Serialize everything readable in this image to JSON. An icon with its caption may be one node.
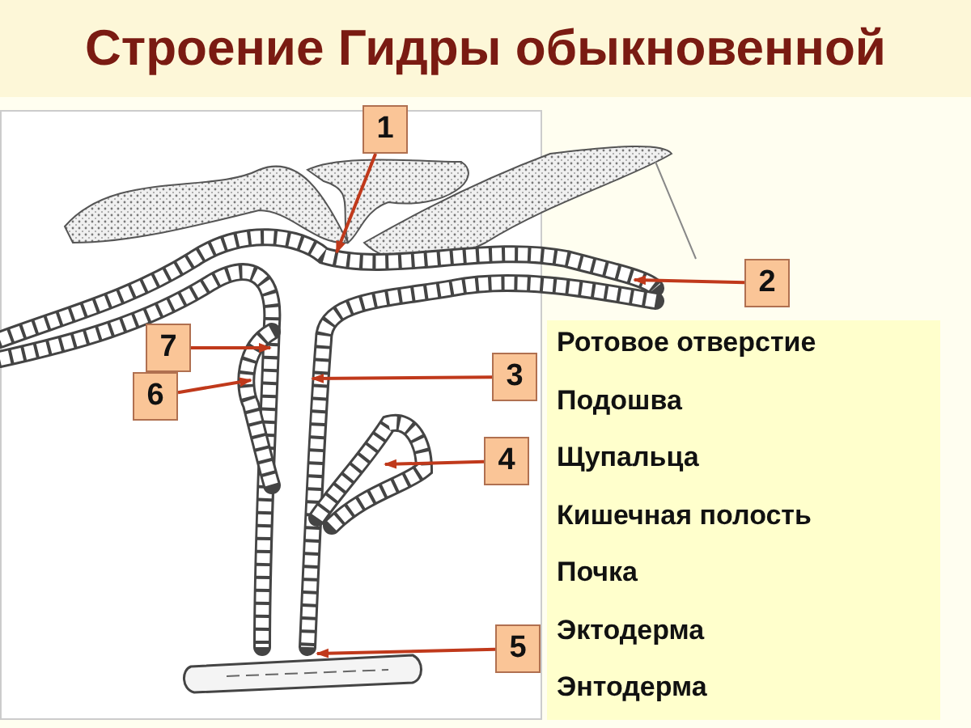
{
  "diagram": {
    "title": "Строение Гидры обыкновенной",
    "nodes": [
      {
        "text": [
          "1"
        ]
      },
      {
        "text": [
          "2"
        ]
      },
      {
        "text": [
          "7"
        ]
      },
      {
        "text": [
          "3"
        ]
      },
      {
        "text": [
          "6"
        ]
      },
      {
        "text": [
          "4"
        ]
      },
      {
        "text": [
          "5"
        ]
      }
    ],
    "edges": [
      {
        "from": 0,
        "to": null,
        "arrow": "to"
      },
      {
        "from": 1,
        "to": null,
        "arrow": "to"
      },
      {
        "from": 2,
        "to": null,
        "arrow": "to"
      },
      {
        "from": 3,
        "to": null,
        "arrow": "to"
      },
      {
        "from": 4,
        "to": null,
        "arrow": "to"
      },
      {
        "from": 5,
        "to": null,
        "arrow": "to"
      },
      {
        "from": 6,
        "to": null,
        "arrow": "to"
      }
    ],
    "labels": [
      "Ротовое отверстие",
      "Подошва",
      "Щупальца",
      "Кишечная полость",
      "Почка",
      "Эктодерма",
      "Энтодерма"
    ]
  }
}
